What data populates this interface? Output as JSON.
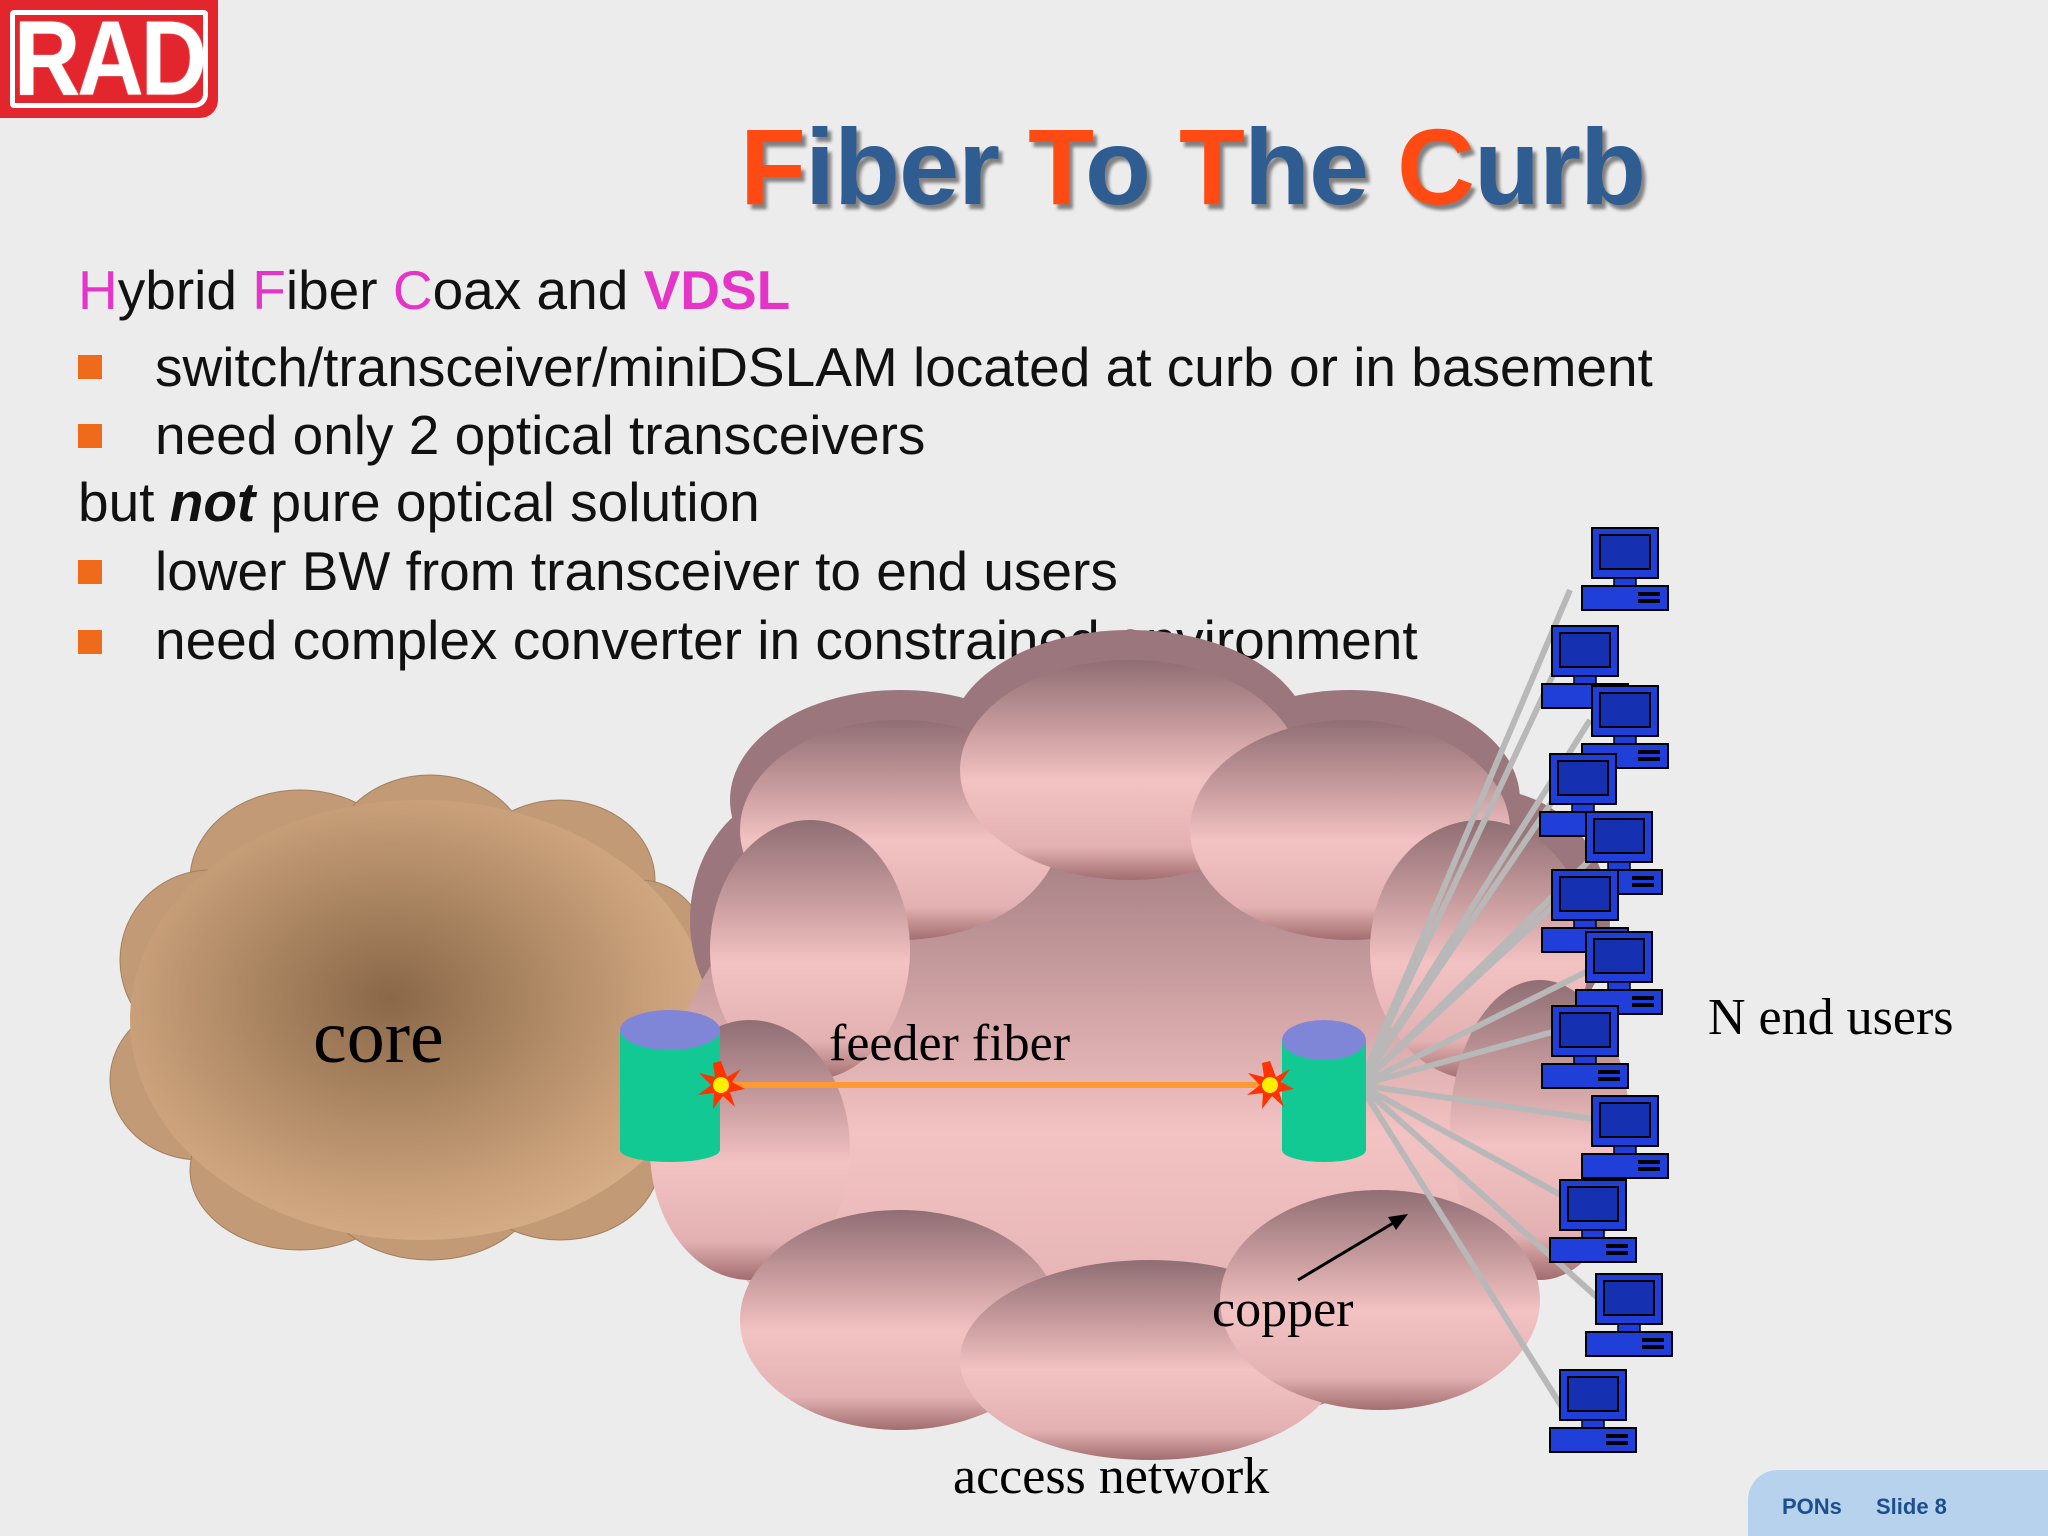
{
  "logo": {
    "text": "RAD"
  },
  "title": {
    "p1": "F",
    "p2": "iber ",
    "p3": "T",
    "p4": "o ",
    "p5": "T",
    "p6": "he ",
    "p7": "C",
    "p8": "urb"
  },
  "subtitle": {
    "h": "H",
    "t1": "ybrid ",
    "f": "F",
    "t2": "iber ",
    "c": "C",
    "t3": "oax  and  ",
    "vdsl": "VDSL"
  },
  "bullets1": [
    "switch/transceiver/miniDSLAM located at curb or in basement",
    "need only 2 optical transceivers"
  ],
  "but_line": {
    "pre": "but ",
    "emph": "not",
    "post": " pure optical solution"
  },
  "bullets2": [
    "lower BW from transceiver to end users",
    "need complex converter in constrained environment"
  ],
  "diagram": {
    "core_label": "core",
    "feeder_label": "feeder fiber",
    "copper_label": "copper",
    "access_label": "access network",
    "users_label": "N end users",
    "colors": {
      "core_cloud": "#c9a07a",
      "access_cloud": "#e6b2b2",
      "fiber": "#ff9933",
      "transceiver": "#12c994",
      "transceiver_top": "#7f86d8",
      "computer": "#1f3fd8",
      "copper": "#b4b4b4"
    }
  },
  "footer": {
    "left": "PONs",
    "right": "Slide 8"
  }
}
